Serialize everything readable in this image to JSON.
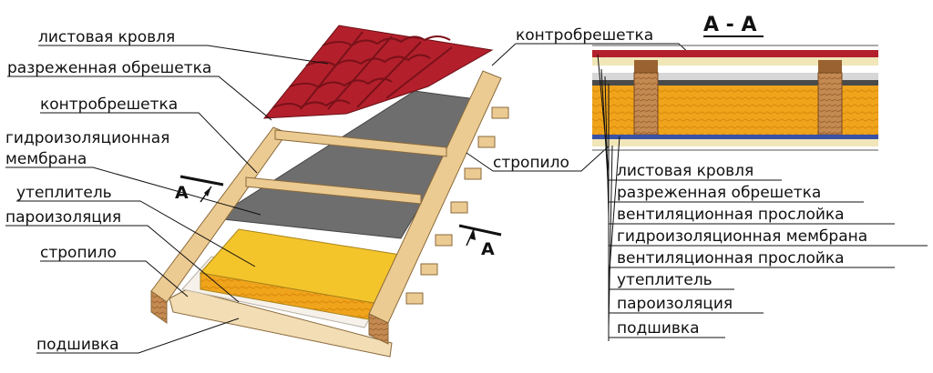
{
  "left_labels": [
    "листовая кровля",
    "разреженная обрешетка",
    "контробрешетка",
    "гидроизоляционная",
    "мембрана",
    "утеплитель",
    "пароизоляция",
    "стропило",
    "подшивка"
  ],
  "right_labels": {
    "counter_batten": "контробрешетка",
    "rafter": "стропило"
  },
  "section_marks": {
    "left": "А",
    "right": "А"
  },
  "section": {
    "title": "А - А",
    "layers": [
      "листовая кровля",
      "разреженная обрешетка",
      "вентиляционная прослойка",
      "гидроизоляционная мембрана",
      "вентиляционная прослойка",
      "утеплитель",
      "пароизоляция",
      "подшивка"
    ]
  },
  "colors": {
    "roof_red": "#b3202c",
    "wood": "#e8c48a",
    "insulation": "#f2a91c",
    "membrane": "#6b6b6b",
    "vapor": "#3a52a6"
  }
}
